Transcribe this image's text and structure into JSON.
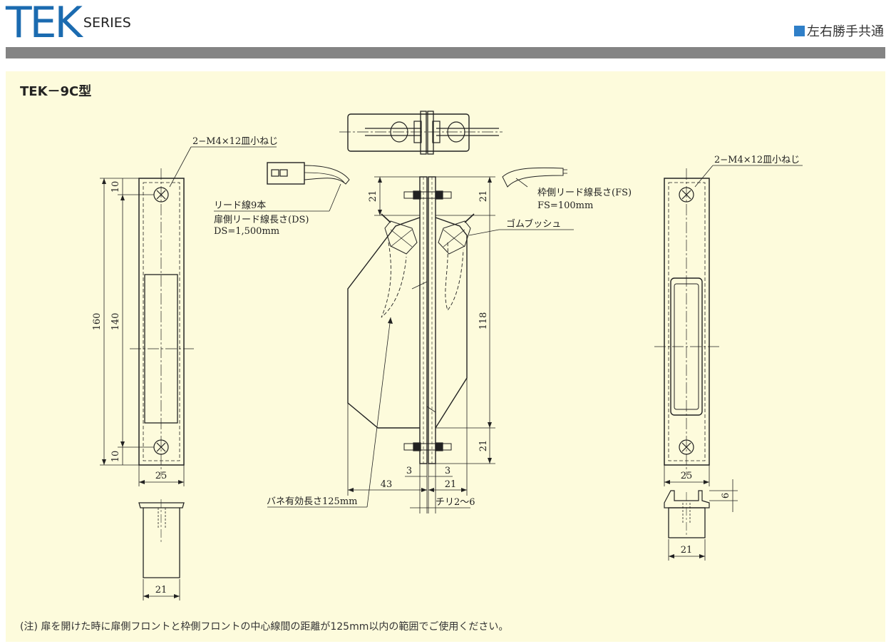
{
  "header": {
    "logo_main": "TEK",
    "logo_sub": "SERIES",
    "compat_label": "左右勝手共通",
    "accent_color": "#1b6bb0",
    "bar_color": "#848484"
  },
  "panel": {
    "background": "#fdfbdc",
    "model_title": "TEK－9C型"
  },
  "callouts": {
    "screw_left": "2−M4×12皿小ねじ",
    "screw_right": "2−M4×12皿小ねじ",
    "lead_count": "リード線9本",
    "door_lead": "扉側リード線長さ(DS)",
    "door_lead_value": "DS=1,500mm",
    "frame_lead": "枠側リード線長さ(FS)",
    "frame_lead_value": "FS=100mm",
    "rubber_bush": "ゴムブッシュ",
    "spring_length": "バネ有効長さ125mm",
    "clearance": "チリ2〜6"
  },
  "dimensions": {
    "left_top": "10",
    "left_overall": "160",
    "left_pitch": "140",
    "left_bottom": "10",
    "left_width": "25",
    "left_cap_width": "21",
    "center_top_left": "21",
    "center_top_right": "21",
    "center_height": "118",
    "center_bottom": "21",
    "gap_left": "3",
    "gap_right": "3",
    "center_left_width": "43",
    "center_right_width": "21",
    "right_width": "25",
    "right_cap_height": "6",
    "right_cap_width": "21"
  },
  "note": "(注) 扉を開けた時に扉側フロントと枠側フロントの中心線間の距離が125mm以内の範囲でご使用ください。"
}
